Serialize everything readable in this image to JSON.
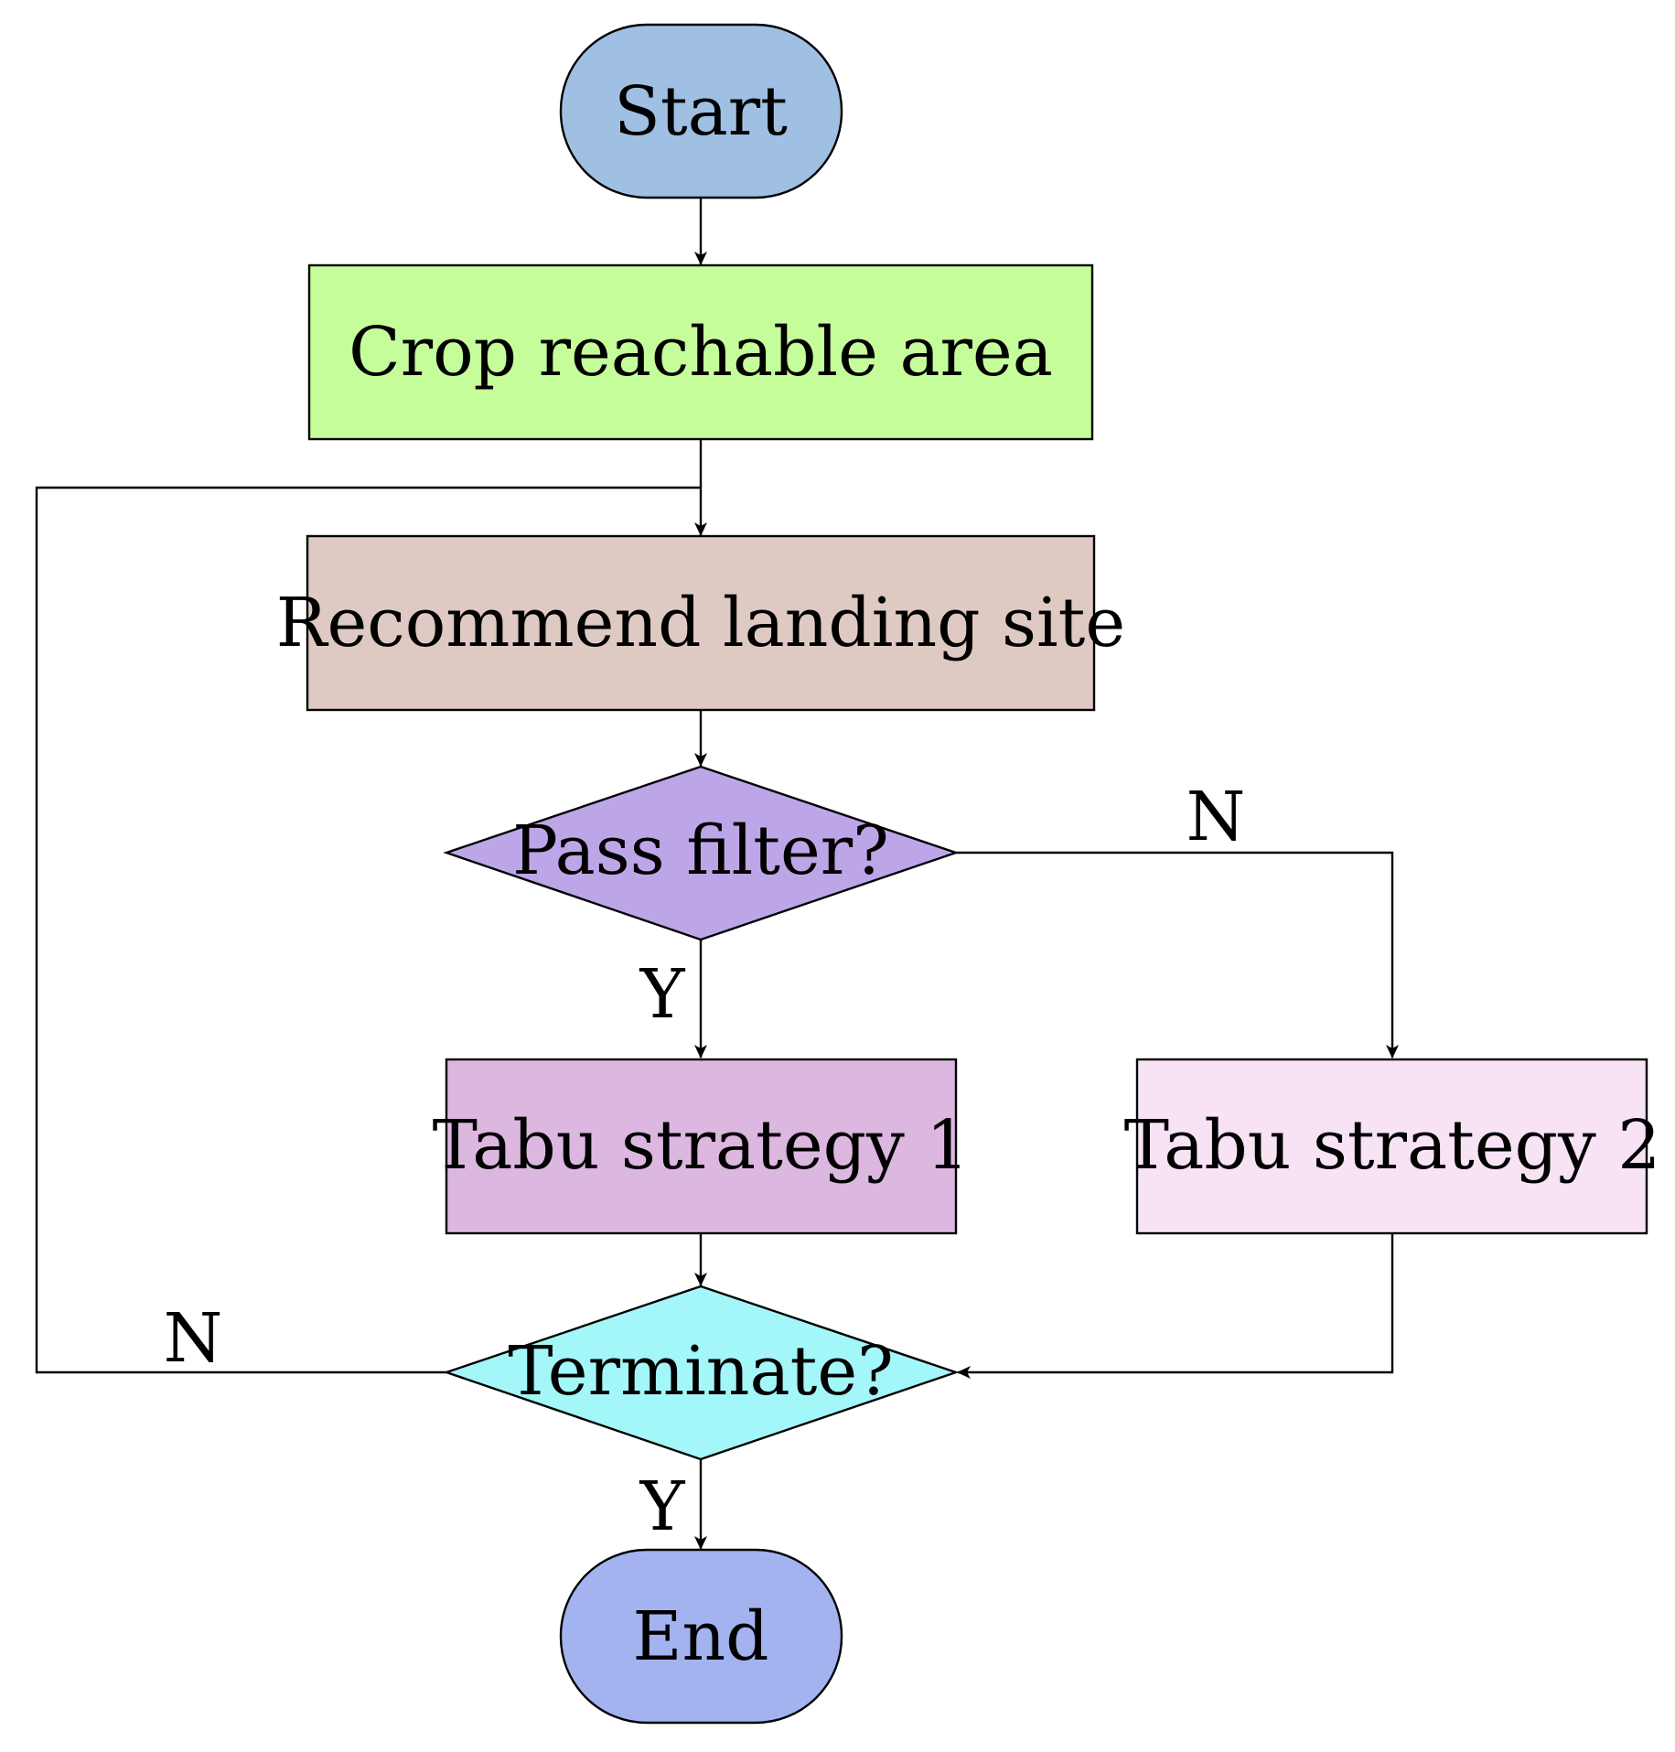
{
  "nodes": {
    "start": {
      "label": "Start",
      "color": "#9fc0e3"
    },
    "crop": {
      "label": "Crop reachable area",
      "color": "#c6fd9b"
    },
    "recommend": {
      "label": "Recommend landing site",
      "color": "#dfc9c3"
    },
    "pass_filter": {
      "label": "Pass filter?",
      "color": "#bda6e8"
    },
    "tabu1": {
      "label": "Tabu strategy 1",
      "color": "#dcb7e0"
    },
    "tabu2": {
      "label": "Tabu strategy 2",
      "color": "#f8e3f5"
    },
    "terminate": {
      "label": "Terminate?",
      "color": "#a3f7f9"
    },
    "end": {
      "label": "End",
      "color": "#a3b3f0"
    }
  },
  "edge_labels": {
    "pass_yes": "Y",
    "pass_no": "N",
    "terminate_yes": "Y",
    "terminate_no": "N"
  }
}
